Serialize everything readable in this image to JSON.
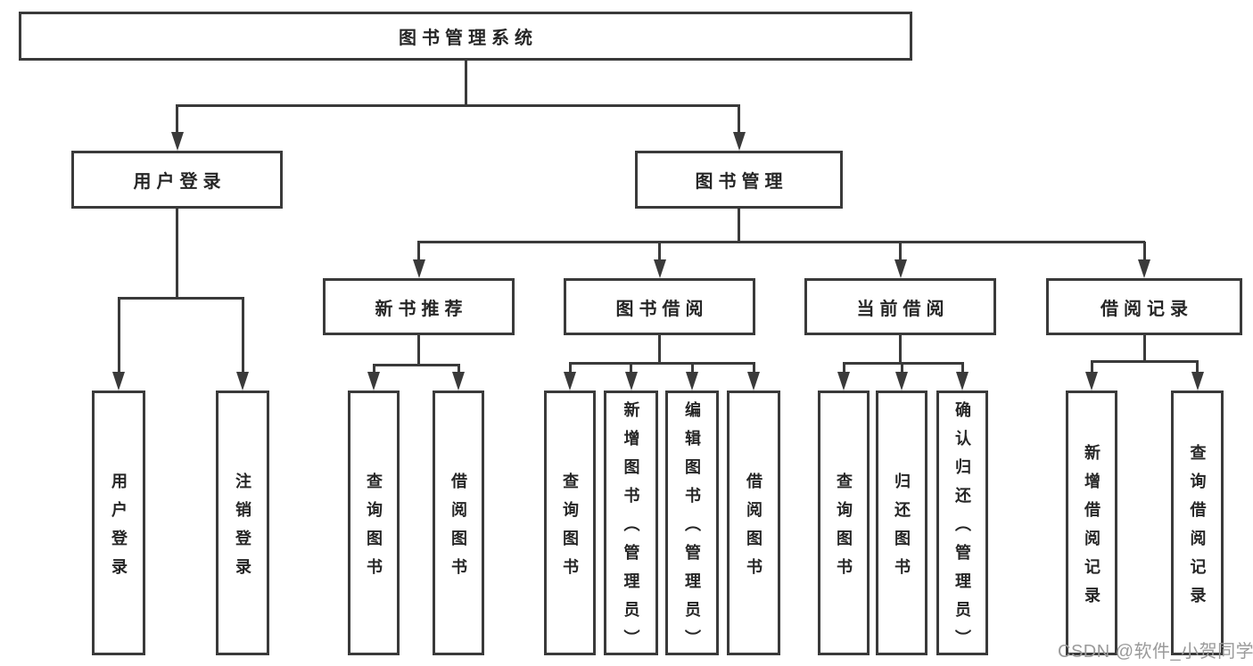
{
  "tree": {
    "root": {
      "label": "图书管理系统"
    },
    "user_login": {
      "label": "用户登录",
      "children": [
        {
          "label": "用户登录"
        },
        {
          "label": "注销登录"
        }
      ]
    },
    "book_management": {
      "label": "图书管理",
      "children": [
        {
          "label": "新书推荐",
          "children": [
            {
              "label": "查询图书"
            },
            {
              "label": "借阅图书"
            }
          ]
        },
        {
          "label": "图书借阅",
          "children": [
            {
              "label": "查询图书"
            },
            {
              "label": "新增图书（管理员）"
            },
            {
              "label": "编辑图书（管理员）"
            },
            {
              "label": "借阅图书"
            }
          ]
        },
        {
          "label": "当前借阅",
          "children": [
            {
              "label": "查询图书"
            },
            {
              "label": "归还图书"
            },
            {
              "label": "确认归还（管理员）"
            }
          ]
        },
        {
          "label": "借阅记录",
          "children": [
            {
              "label": "新增借阅记录"
            },
            {
              "label": "查询借阅记录"
            }
          ]
        }
      ]
    }
  },
  "watermark": {
    "text": "CSDN @软件_小贺同学"
  },
  "colors": {
    "line": "#3a3a3a",
    "text": "#262626",
    "watermark": "#9a9a9a",
    "background": "#ffffff"
  }
}
